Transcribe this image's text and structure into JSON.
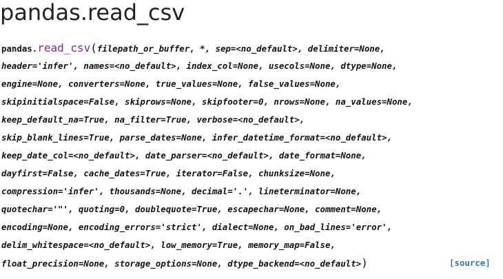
{
  "page_title": "pandas.read_csv",
  "signature": {
    "prefix": "pandas.",
    "function_name": "read_csv",
    "open_paren": "(",
    "close_paren": ")",
    "lines": [
      "filepath_or_buffer, *, sep=<no_default>, delimiter=None,",
      "header='infer', names=<no_default>, index_col=None, usecols=None, dtype=None,",
      "engine=None, converters=None, true_values=None, false_values=None,",
      "skipinitialspace=False, skiprows=None, skipfooter=0, nrows=None, na_values=None,",
      "keep_default_na=True, na_filter=True, verbose=<no_default>,",
      "skip_blank_lines=True, parse_dates=None, infer_datetime_format=<no_default>,",
      "keep_date_col=<no_default>, date_parser=<no_default>, date_format=None,",
      "dayfirst=False, cache_dates=True, iterator=False, chunksize=None,",
      "compression='infer', thousands=None, decimal='.', lineterminator=None,",
      "quotechar='\"', quoting=0, doublequote=True, escapechar=None, comment=None,",
      "encoding=None, encoding_errors='strict', dialect=None, on_bad_lines='error',",
      "delim_whitespace=<no_default>, low_memory=True, memory_map=False,",
      "float_precision=None, storage_options=None, dtype_backend=<no_default>"
    ],
    "source_link": "[source]"
  },
  "colors": {
    "function_name": "#7f2c8d",
    "source_link": "#2a7ab5",
    "text": "#111111"
  }
}
